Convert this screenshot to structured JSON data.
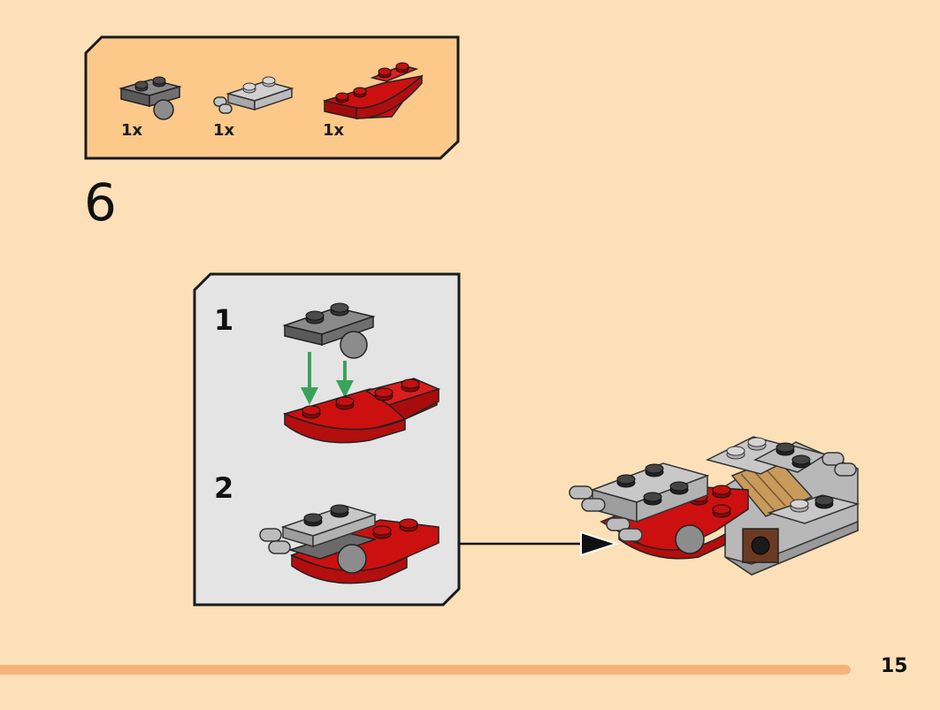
{
  "parts_list": {
    "items": [
      {
        "name": "dark-gray-plate-with-ball",
        "count": "1x"
      },
      {
        "name": "light-gray-plate-with-clip",
        "count": "1x"
      },
      {
        "name": "red-curved-slope-plate",
        "count": "1x"
      }
    ]
  },
  "step": {
    "number": "6",
    "substeps": [
      "1",
      "2"
    ]
  },
  "page": {
    "number": "15"
  },
  "colors": {
    "background": "#fde0b8",
    "parts_box": "#fcc98a",
    "panel": "#e4e4e4",
    "red_brick": "#cc1010",
    "dark_gray": "#6b6b6b",
    "light_gray": "#bcbcbc",
    "arrow_green": "#3aa35a",
    "bottom_bar": "#f6b27a"
  }
}
